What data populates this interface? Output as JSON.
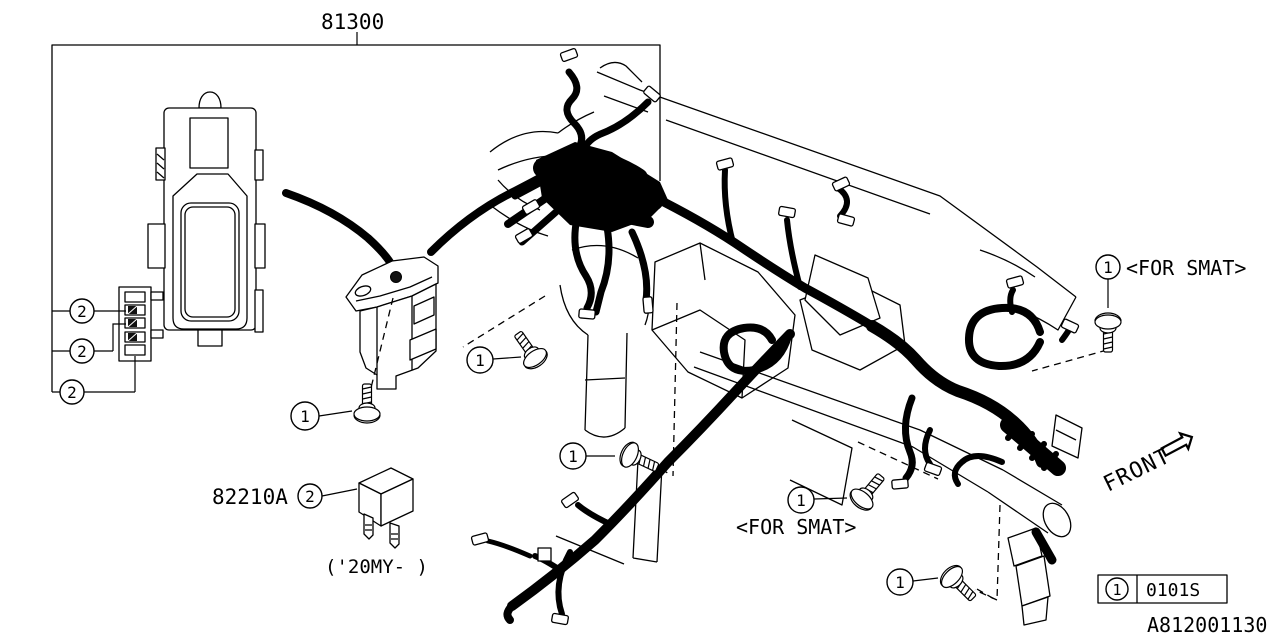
{
  "diagram": {
    "part_labels": {
      "main": "81300",
      "fuse": "82210A",
      "model_year_note": "('20MY- )"
    },
    "annotations": {
      "for_smat_upper": "<FOR SMAT>",
      "for_smat_lower": "<FOR SMAT>",
      "front": "FRONT"
    },
    "callouts": {
      "bolt": "1",
      "clip": "2"
    },
    "legend": {
      "callout": "1",
      "code": "0101S"
    },
    "doc_number": "A812001130",
    "icons": {
      "front_arrow": "⇨"
    },
    "colors": {
      "line": "#000000",
      "background": "#ffffff"
    }
  }
}
